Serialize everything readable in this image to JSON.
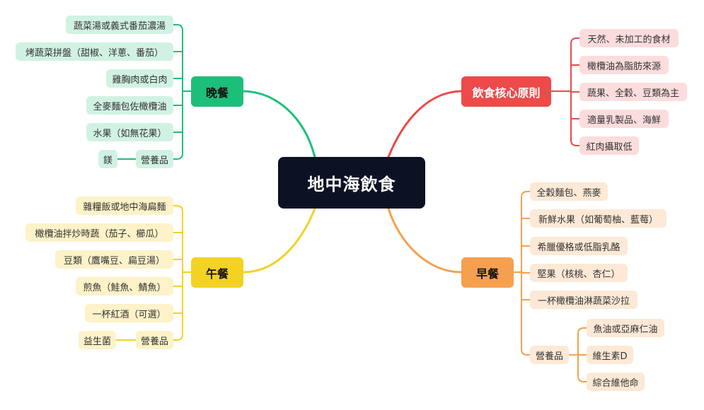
{
  "center": "地中海飲食",
  "colors": {
    "green": "#1cbf7a",
    "red": "#ee4a4a",
    "yellow": "#f3d224",
    "orange": "#f5a04e"
  },
  "branches": {
    "dinner": {
      "label": "晚餐",
      "items": [
        "蔬菜湯或義式番茄濃湯",
        "烤蔬菜拼盤（甜椒、洋蔥、番茄）",
        "雞胸肉或白肉",
        "全麥麵包佐橄欖油",
        "水果（如無花果）"
      ],
      "supplement": {
        "label": "營養品",
        "items": [
          "鎂"
        ]
      }
    },
    "principles": {
      "label": "飲食核心原則",
      "items": [
        "天然、未加工的食材",
        "橄欖油為脂肪來源",
        "蔬果、全穀、豆類為主",
        "適量乳製品、海鮮",
        "紅肉攝取低"
      ]
    },
    "lunch": {
      "label": "午餐",
      "items": [
        "雜糧飯或地中海扁麵",
        "橄欖油拌炒時蔬（茄子、櫛瓜）",
        "豆類（鷹嘴豆、扁豆湯）",
        "煎魚（鮭魚、鯖魚）",
        "一杯紅酒（可選）"
      ],
      "supplement": {
        "label": "營養品",
        "items": [
          "益生菌"
        ]
      }
    },
    "breakfast": {
      "label": "早餐",
      "items": [
        "全穀麵包、燕麥",
        "新鮮水果（如葡萄柚、藍莓）",
        "希臘優格或低脂乳酪",
        "堅果（核桃、杏仁）",
        "一杯橄欖油淋蔬菜沙拉"
      ],
      "supplement": {
        "label": "營養品",
        "items": [
          "魚油或亞麻仁油",
          "維生素D",
          "綜合維他命"
        ]
      }
    }
  }
}
